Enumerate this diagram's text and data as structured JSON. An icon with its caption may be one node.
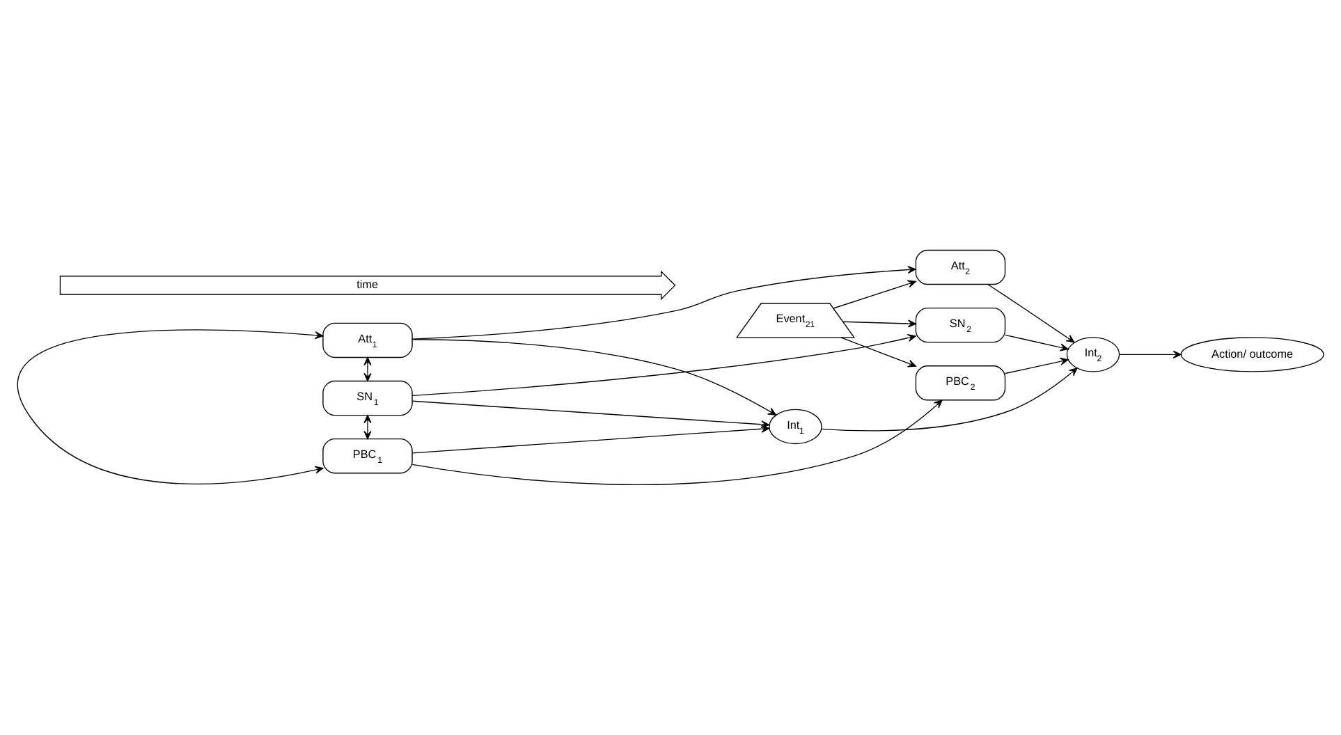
{
  "diagram": {
    "nodes": [
      {
        "text": [
          "Event$_{21}$"
        ]
      },
      {
        "text": [
          "Att$_{1}$"
        ]
      },
      {
        "text": [
          "SN$_{1}$"
        ]
      },
      {
        "text": [
          "PBC$_{1}$"
        ]
      },
      {
        "text": [
          "Att$_{2}$"
        ]
      },
      {
        "text": [
          "SN$_{2}$"
        ]
      },
      {
        "text": [
          "PBC$_{2}$"
        ]
      },
      {
        "text": [
          "Int$_{1}$"
        ]
      },
      {
        "text": [
          "Int$_{2}$"
        ]
      },
      {
        "text": [
          "Action/ outcome"
        ]
      },
      {
        "text": [
          "time"
        ]
      }
    ],
    "edges": [
      {
        "from": 1,
        "to": 2,
        "arrow": "both"
      },
      {
        "from": 2,
        "to": 3,
        "arrow": "both"
      },
      {
        "from": 1,
        "to": 3,
        "arrow": "both"
      },
      {
        "from": 1,
        "to": 4,
        "arrow": "to"
      },
      {
        "from": 2,
        "to": 5,
        "arrow": "to"
      },
      {
        "from": 3,
        "to": 6,
        "arrow": "to"
      },
      {
        "from": 1,
        "to": 7,
        "arrow": "to"
      },
      {
        "from": 2,
        "to": 7,
        "arrow": "to"
      },
      {
        "from": 3,
        "to": 7,
        "arrow": "to"
      },
      {
        "from": 0,
        "to": 4,
        "arrow": "to"
      },
      {
        "from": 0,
        "to": 5,
        "arrow": "to"
      },
      {
        "from": 0,
        "to": 6,
        "arrow": "to"
      },
      {
        "from": 4,
        "to": 8,
        "arrow": "to"
      },
      {
        "from": 5,
        "to": 8,
        "arrow": "to"
      },
      {
        "from": 6,
        "to": 8,
        "arrow": "to"
      },
      {
        "from": 7,
        "to": 8,
        "arrow": "to"
      },
      {
        "from": 8,
        "to": 9,
        "arrow": "to"
      }
    ]
  }
}
